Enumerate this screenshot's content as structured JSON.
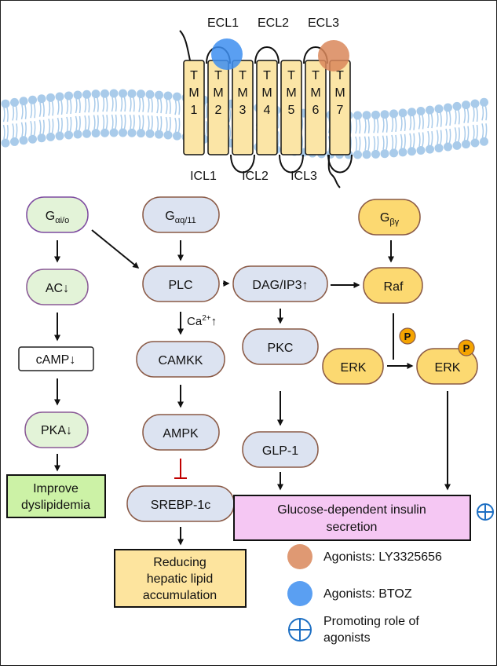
{
  "membrane": {
    "ecl": [
      "ECL1",
      "ECL2",
      "ECL3"
    ],
    "icl": [
      "ICL1",
      "ICL2",
      "ICL3"
    ],
    "tm": [
      {
        "t": "T",
        "m": "M",
        "n": "1"
      },
      {
        "t": "T",
        "m": "M",
        "n": "2"
      },
      {
        "t": "T",
        "m": "M",
        "n": "3"
      },
      {
        "t": "T",
        "m": "M",
        "n": "4"
      },
      {
        "t": "T",
        "m": "M",
        "n": "5"
      },
      {
        "t": "T",
        "m": "M",
        "n": "6"
      },
      {
        "t": "T",
        "m": "M",
        "n": "7"
      }
    ]
  },
  "nodes": {
    "g_io": {
      "main": "G",
      "sub": "αi/o"
    },
    "ac": "AC↓",
    "camp": "cAMP↓",
    "pka": "PKA↓",
    "improve": [
      "Improve",
      "dyslipidemia"
    ],
    "g_q11": {
      "main": "G",
      "sub": "αq/11"
    },
    "plc": "PLC",
    "ca": {
      "main": "Ca",
      "sup": "2+",
      "tail": "↑"
    },
    "camkk": "CAMKK",
    "ampk": "AMPK",
    "srebp": "SREBP-1c",
    "reducing": [
      "Reducing",
      "hepatic lipid",
      "accumulation"
    ],
    "dag": "DAG/IP3↑",
    "pkc": "PKC",
    "glp1": "GLP-1",
    "insulin": [
      "Glucose-dependent insulin",
      "secretion"
    ],
    "g_by": {
      "main": "G",
      "sub": "βγ"
    },
    "raf": "Raf",
    "erk1": "ERK",
    "erk2": "ERK",
    "phospho": "P"
  },
  "legend": {
    "ly": "Agonists: LY3325656",
    "btoz": "Agonists: BTOZ",
    "promoting": [
      "Promoting role of",
      "agonists"
    ]
  },
  "colors": {
    "membrane_head": "#a9cbea",
    "tm_fill": "#fbe5a6",
    "node_fill": "#dce3f1",
    "node_border": "#8a5a46",
    "g_io_border": "#7d4aa0",
    "green_node": "#e3f3d8",
    "green_node_border": "#8a5a96",
    "improve_fill": "#ccf2a6",
    "reducing_fill": "#fde49e",
    "insulin_fill": "#f5c7f3",
    "yellow_node": "#fcd971",
    "btoz_blue": "#3d8ef0",
    "ly_brown": "#d9875a",
    "inhibit_red": "#c00000",
    "plus_blue": "#1d6fc3",
    "phospho_fill": "#f5a400"
  }
}
